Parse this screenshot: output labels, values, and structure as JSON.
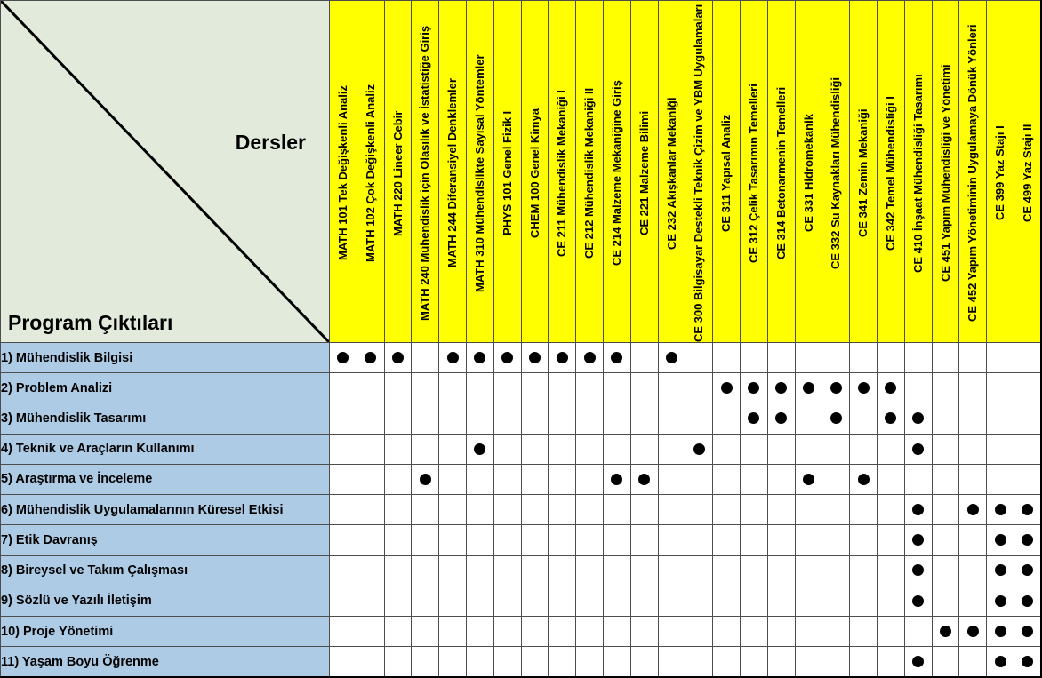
{
  "header": {
    "corner_top_label": "Dersler",
    "corner_bottom_label": "Program Çıktıları",
    "corner_bg": "#e2ebdb",
    "courses_bg": "#ffff00",
    "outcomes_bg": "#aecbe5",
    "dot_color": "#000000"
  },
  "courses": [
    {
      "code": "MATH 101",
      "label": "MATH 101 Tek Değişkenli Analiz"
    },
    {
      "code": "MATH 102",
      "label": "MATH 102 Çok Değişkenli Analiz"
    },
    {
      "code": "MATH 220",
      "label": "MATH 220 Lineer Cebir"
    },
    {
      "code": "MATH 240",
      "label": "MATH 240 Mühendislik için Olasılık ve İstatistiğe Giriş"
    },
    {
      "code": "MATH 244",
      "label": "MATH 244 Diferansiyel Denklemler"
    },
    {
      "code": "MATH 310",
      "label": "MATH 310 Mühendislikte Sayısal Yöntemler"
    },
    {
      "code": "PHYS 101",
      "label": "PHYS 101 Genel Fizik I"
    },
    {
      "code": "CHEM 100",
      "label": "CHEM 100 Genel Kimya"
    },
    {
      "code": "CE 211",
      "label": "CE 211 Mühendislik Mekaniği I"
    },
    {
      "code": "CE 212",
      "label": "CE 212 Mühendislik Mekaniği II"
    },
    {
      "code": "CE 214",
      "label": "CE 214 Malzeme Mekaniğine Giriş"
    },
    {
      "code": "CE 221",
      "label": "CE 221 Malzeme Bilimi"
    },
    {
      "code": "CE 232",
      "label": "CE 232 Akışkanlar Mekaniği"
    },
    {
      "code": "CE 300",
      "label": "CE 300 Bilgisayar Destekli Teknik Çizim ve YBM Uygulamaları"
    },
    {
      "code": "CE 311",
      "label": "CE 311 Yapısal Analiz"
    },
    {
      "code": "CE 312",
      "label": "CE 312 Çelik Tasarımın Temelleri"
    },
    {
      "code": "CE 314",
      "label": "CE 314 Betonarmenin Temelleri"
    },
    {
      "code": "CE 331",
      "label": "CE 331 Hidromekanik"
    },
    {
      "code": "CE 332",
      "label": "CE 332 Su Kaynakları Mühendisliği"
    },
    {
      "code": "CE 341",
      "label": "CE 341 Zemin Mekaniği"
    },
    {
      "code": "CE 342",
      "label": "CE 342 Temel Mühendisliği I"
    },
    {
      "code": "CE 410",
      "label": "CE 410 İnşaat Mühendisliği Tasarımı"
    },
    {
      "code": "CE 451",
      "label": "CE 451 Yapım Mühendisliği ve Yönetimi"
    },
    {
      "code": "CE 452",
      "label": "CE 452 Yapım Yönetiminin Uygulamaya Dönük Yönleri"
    },
    {
      "code": "CE 399",
      "label": "CE 399 Yaz Stajı I"
    },
    {
      "code": "CE 499",
      "label": "CE 499 Yaz Stajı II"
    }
  ],
  "outcomes": [
    {
      "label": "1) Mühendislik Bilgisi",
      "marks": [
        1,
        1,
        1,
        0,
        1,
        1,
        1,
        1,
        1,
        1,
        1,
        0,
        1,
        0,
        0,
        0,
        0,
        0,
        0,
        0,
        0,
        0,
        0,
        0,
        0,
        0
      ]
    },
    {
      "label": "2) Problem Analizi",
      "marks": [
        0,
        0,
        0,
        0,
        0,
        0,
        0,
        0,
        0,
        0,
        0,
        0,
        0,
        0,
        1,
        1,
        1,
        1,
        1,
        1,
        1,
        0,
        0,
        0,
        0,
        0
      ]
    },
    {
      "label": "3) Mühendislik Tasarımı",
      "marks": [
        0,
        0,
        0,
        0,
        0,
        0,
        0,
        0,
        0,
        0,
        0,
        0,
        0,
        0,
        0,
        1,
        1,
        0,
        1,
        0,
        1,
        1,
        0,
        0,
        0,
        0
      ]
    },
    {
      "label": "4) Teknik ve Araçların Kullanımı",
      "marks": [
        0,
        0,
        0,
        0,
        0,
        1,
        0,
        0,
        0,
        0,
        0,
        0,
        0,
        1,
        0,
        0,
        0,
        0,
        0,
        0,
        0,
        1,
        0,
        0,
        0,
        0
      ]
    },
    {
      "label": "5) Araştırma ve İnceleme",
      "marks": [
        0,
        0,
        0,
        1,
        0,
        0,
        0,
        0,
        0,
        0,
        1,
        1,
        0,
        0,
        0,
        0,
        0,
        1,
        0,
        1,
        0,
        0,
        0,
        0,
        0,
        0
      ]
    },
    {
      "label": "6) Mühendislik Uygulamalarının Küresel Etkisi",
      "marks": [
        0,
        0,
        0,
        0,
        0,
        0,
        0,
        0,
        0,
        0,
        0,
        0,
        0,
        0,
        0,
        0,
        0,
        0,
        0,
        0,
        0,
        1,
        0,
        1,
        1,
        1
      ]
    },
    {
      "label": "7) Etik Davranış",
      "marks": [
        0,
        0,
        0,
        0,
        0,
        0,
        0,
        0,
        0,
        0,
        0,
        0,
        0,
        0,
        0,
        0,
        0,
        0,
        0,
        0,
        0,
        1,
        0,
        0,
        1,
        1
      ]
    },
    {
      "label": "8) Bireysel ve Takım Çalışması",
      "marks": [
        0,
        0,
        0,
        0,
        0,
        0,
        0,
        0,
        0,
        0,
        0,
        0,
        0,
        0,
        0,
        0,
        0,
        0,
        0,
        0,
        0,
        1,
        0,
        0,
        1,
        1
      ]
    },
    {
      "label": "9) Sözlü ve Yazılı İletişim",
      "marks": [
        0,
        0,
        0,
        0,
        0,
        0,
        0,
        0,
        0,
        0,
        0,
        0,
        0,
        0,
        0,
        0,
        0,
        0,
        0,
        0,
        0,
        1,
        0,
        0,
        1,
        1
      ]
    },
    {
      "label": "10) Proje Yönetimi",
      "marks": [
        0,
        0,
        0,
        0,
        0,
        0,
        0,
        0,
        0,
        0,
        0,
        0,
        0,
        0,
        0,
        0,
        0,
        0,
        0,
        0,
        0,
        0,
        1,
        1,
        1,
        1
      ]
    },
    {
      "label": "11) Yaşam Boyu Öğrenme",
      "marks": [
        0,
        0,
        0,
        0,
        0,
        0,
        0,
        0,
        0,
        0,
        0,
        0,
        0,
        0,
        0,
        0,
        0,
        0,
        0,
        0,
        0,
        1,
        0,
        0,
        1,
        1
      ]
    }
  ]
}
